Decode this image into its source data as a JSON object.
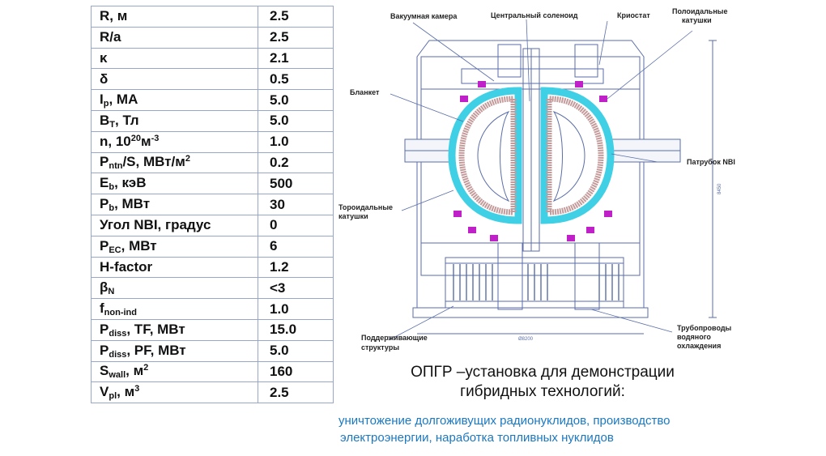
{
  "parameters": [
    {
      "name": "R, м",
      "value": "2.5"
    },
    {
      "name": "R/a",
      "value": "2.5"
    },
    {
      "name": "κ",
      "value": "2.1"
    },
    {
      "name": "δ",
      "value": "0.5"
    },
    {
      "name": "I",
      "sub": "p",
      "rest": ", МА",
      "value": "5.0"
    },
    {
      "name": "B",
      "sub": "T",
      "rest": ", Тл",
      "value": "5.0"
    },
    {
      "name": "n, 10",
      "sup": "20",
      "rest": "м",
      "sup2": "-3",
      "value": "1.0"
    },
    {
      "name": "P",
      "sub": "ntn",
      "rest": "/S, МВт/м",
      "sup2": "2",
      "value": "0.2"
    },
    {
      "name": "E",
      "sub": "b",
      "rest": ", кэВ",
      "value": "500"
    },
    {
      "name": "P",
      "sub": "b",
      "rest": ", МВт",
      "value": "30"
    },
    {
      "name": "Угол NBI, градус",
      "value": "0"
    },
    {
      "name": "P",
      "sub": "EC",
      "rest": ", МВт",
      "value": "6"
    },
    {
      "name": "H-factor",
      "value": "1.2"
    },
    {
      "name": "β",
      "sub": "N",
      "value": "<3"
    },
    {
      "name": "f",
      "sub": "non-ind",
      "value": "1.0"
    },
    {
      "name": "P",
      "sub": "diss",
      "rest": ", TF, МВт",
      "value": "15.0"
    },
    {
      "name": "P",
      "sub": "diss",
      "rest": ", PF, МВт",
      "value": "5.0"
    },
    {
      "name": "S",
      "sub": "wall",
      "rest": ", м",
      "sup2": "2",
      "value": "160"
    },
    {
      "name": "V",
      "sub": "pl",
      "rest": ", м",
      "sup2": "3",
      "value": "2.5"
    }
  ],
  "diagram": {
    "labels": {
      "vacuum_chamber": "Вакуумная камера",
      "central_solenoid": "Центральный соленоид",
      "cryostat": "Криостат",
      "poloidal_coils_1": "Полоидальные",
      "poloidal_coils_2": "катушки",
      "blanket": "Бланкет",
      "nbi_port": "Патрубок NBI",
      "toroidal_coils_1": "Тороидальные",
      "toroidal_coils_2": "катушки",
      "support_1": "Поддерживающие",
      "support_2": "структуры",
      "cooling_1": "Трубопроводы",
      "cooling_2": "водяного",
      "cooling_3": "охлаждения",
      "dim_width": "Ø8200",
      "dim_height": "8450"
    },
    "colors": {
      "drawing": "#5a6ea8",
      "toroidal_coil": "#3fd0e6",
      "poloidal_coil": "#c020c8",
      "blanket": "#c49a9a"
    }
  },
  "caption": {
    "line1": "ОПГР –установка для демонстрации",
    "line2": "гибридных технологий:"
  },
  "tasks": {
    "line1": "уничтожение долгоживущих радионуклидов, производство",
    "line2": "электроэнергии, наработка топливных нуклидов"
  }
}
